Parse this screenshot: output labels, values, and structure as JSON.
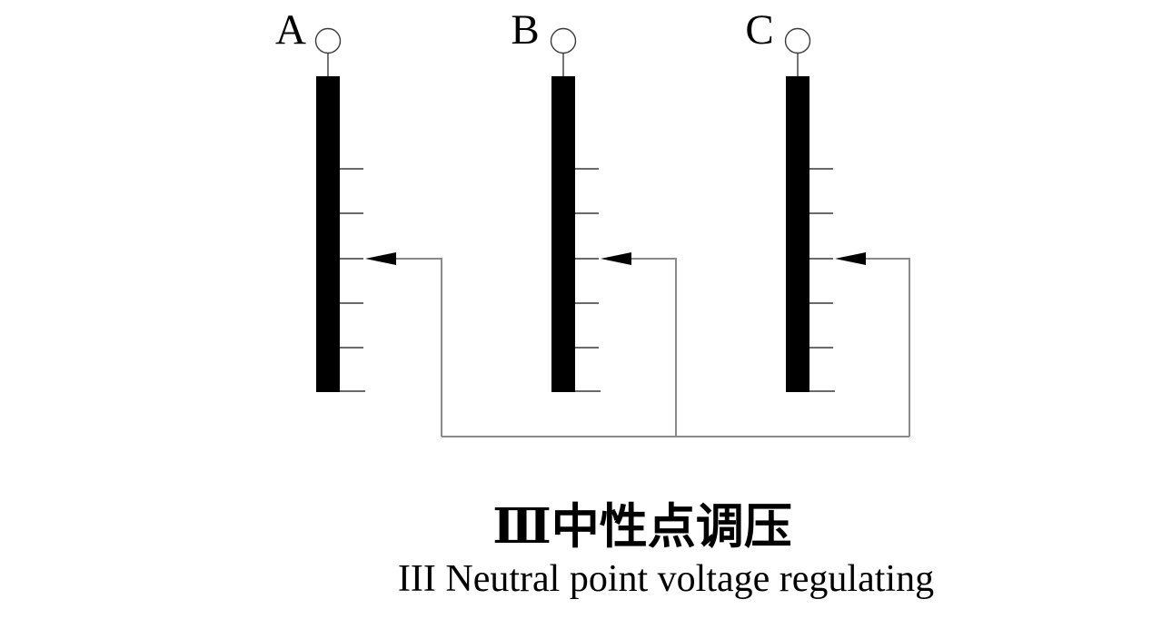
{
  "diagram": {
    "kind": "transformer winding tap schematic",
    "caption_zh": "Ⅲ中性点调压",
    "caption_en": "III Neutral point voltage regulating",
    "phases": [
      {
        "label": "A",
        "terminal_icon": "terminal-circle-icon",
        "tap_selector_icon": "tap-arrow-left-icon",
        "tap_ticks": 6
      },
      {
        "label": "B",
        "terminal_icon": "terminal-circle-icon",
        "tap_selector_icon": "tap-arrow-left-icon",
        "tap_ticks": 6
      },
      {
        "label": "C",
        "terminal_icon": "terminal-circle-icon",
        "tap_selector_icon": "tap-arrow-left-icon",
        "tap_ticks": 6
      }
    ],
    "connection": "tap selectors of A, B and C joined by common bottom bus (regulated neutral point)",
    "colors": {
      "winding": "#000000",
      "wire": "#8a8a8a",
      "tick": "#6a6a6a",
      "text": "#000000",
      "background": "#ffffff"
    }
  }
}
